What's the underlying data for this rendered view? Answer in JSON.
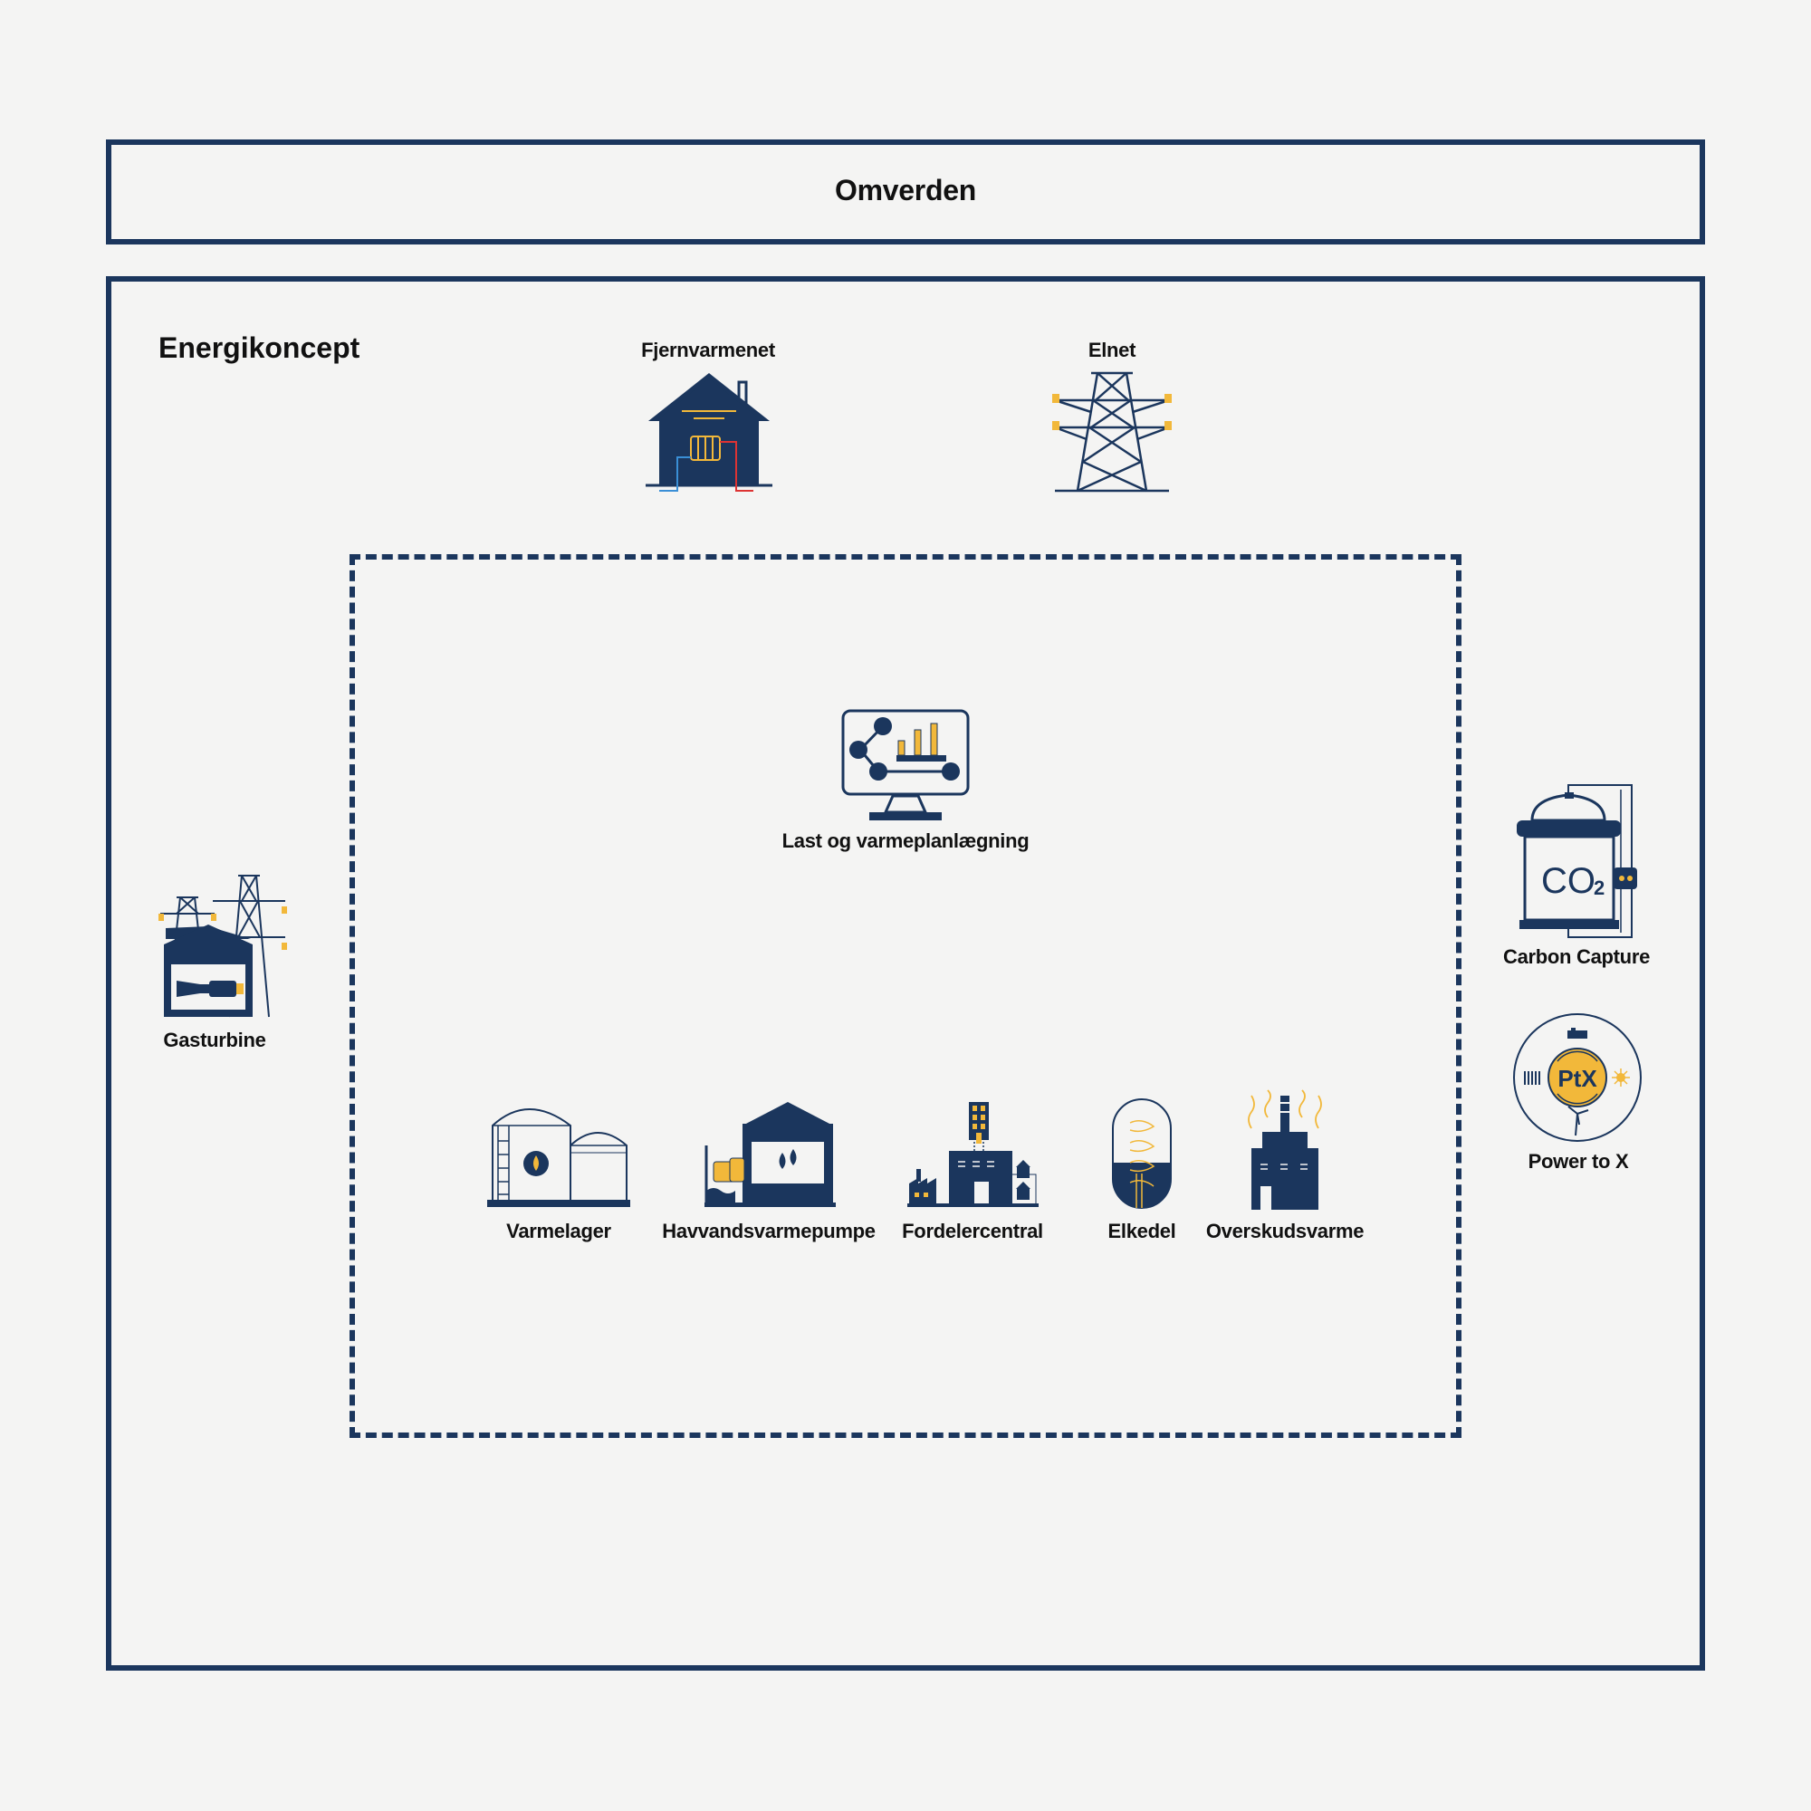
{
  "diagram": {
    "outer_title": "Omverden",
    "inner_title": "Energikoncept",
    "nodes": {
      "fjernvarmenet": "Fjernvarmenet",
      "elnet": "Elnet",
      "planning": "Last og varmeplanlægning",
      "gasturbine": "Gasturbine",
      "carbon_capture": "Carbon Capture",
      "co2": "CO",
      "co2_sub": "2",
      "power_to_x": "Power to X",
      "ptx": "PtX",
      "varmelager": "Varmelager",
      "havvand": "Havvandsvarmepumpe",
      "fordeler": "Fordelercentral",
      "elkedel": "Elkedel",
      "overskud": "Overskudsvarme"
    }
  },
  "colors": {
    "navy": "#1b365d",
    "yellow": "#f2b83a",
    "background": "#f4f4f3",
    "red": "#d33",
    "blue": "#3a8fd6"
  }
}
